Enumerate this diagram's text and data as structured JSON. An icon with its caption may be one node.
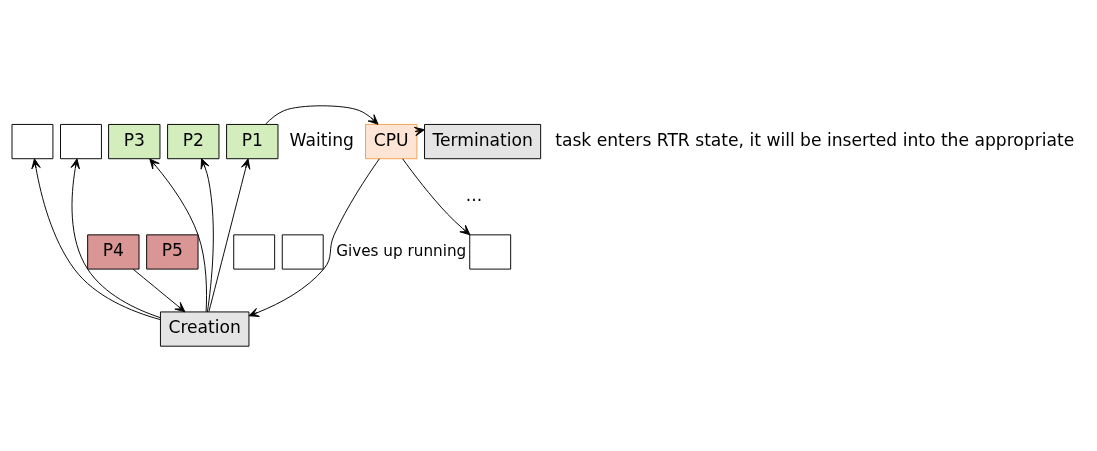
{
  "diagram": {
    "nodes": [
      {
        "text": [],
        "shape": "box"
      },
      {
        "text": [],
        "shape": "box"
      },
      {
        "text": [
          "P3"
        ]
      },
      {
        "text": [
          "P2"
        ]
      },
      {
        "text": [
          "P1"
        ]
      },
      {
        "text": [
          "CPU"
        ]
      },
      {
        "text": [
          "Termination"
        ]
      },
      {
        "text": [
          "Creation"
        ]
      },
      {
        "text": [
          "P4"
        ]
      },
      {
        "text": [
          "P5"
        ]
      },
      {
        "text": [],
        "shape": "box"
      },
      {
        "text": [],
        "shape": "box"
      },
      {
        "text": [],
        "shape": "box"
      }
    ],
    "edges": [
      {
        "from": 7,
        "to": 0,
        "arrow": "to"
      },
      {
        "from": 7,
        "to": 1,
        "arrow": "to"
      },
      {
        "from": 7,
        "to": 2,
        "arrow": "to"
      },
      {
        "from": 7,
        "to": 3,
        "arrow": "to"
      },
      {
        "from": 7,
        "to": 4,
        "arrow": "to"
      },
      {
        "from": 4,
        "to": 5,
        "arrow": "to"
      },
      {
        "from": 5,
        "to": 6,
        "arrow": "to"
      },
      {
        "from": 5,
        "to": 7,
        "arrow": "to",
        "label": "Gives up running"
      },
      {
        "from": 5,
        "to": 12,
        "arrow": "to"
      },
      {
        "from": 8,
        "to": 7,
        "arrow": "to"
      }
    ],
    "labels": [
      "task enters RTR state, it will be inserted into the appropriate",
      "...",
      "Waiting"
    ]
  }
}
